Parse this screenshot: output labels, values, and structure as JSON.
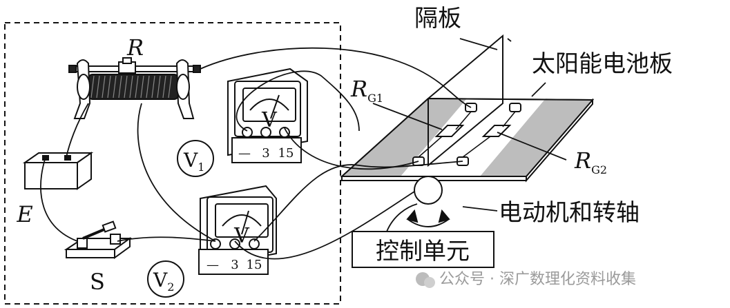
{
  "labels": {
    "rheostat": "R",
    "battery": "E",
    "switch": "S",
    "v1": "V",
    "v1_sub": "1",
    "v2": "V",
    "v2_sub": "2",
    "partition": "隔板",
    "solar_panel": "太阳能电池板",
    "rg1_main": "R",
    "rg1_sub": "G1",
    "rg2_main": "R",
    "rg2_sub": "G2",
    "motor": "电动机和转轴",
    "control": "控制单元"
  },
  "voltmeter": {
    "symbol": "V",
    "terminals": [
      "—",
      "3",
      "15"
    ]
  },
  "watermark": {
    "text": "公众号 · 深广数理化资料收集"
  },
  "colors": {
    "ink": "#111111",
    "panel_stripe": "#bdbdbd",
    "watermark": "#9a9a9a"
  }
}
